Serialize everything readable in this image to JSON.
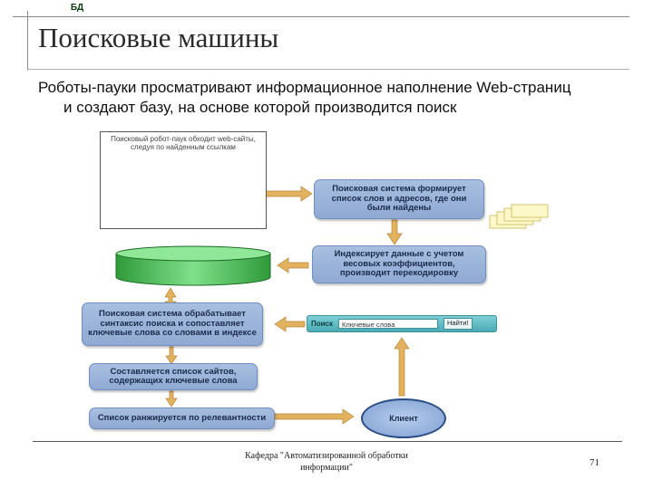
{
  "slide": {
    "title": "Поисковые машины",
    "subtitle_line1": "Роботы-пауки просматривают информационное наполнение Web-страниц",
    "subtitle_line2": "и создают базу, на основе которой производится поиск"
  },
  "diagram": {
    "crawler_caption": "Поисковый робот-паук обходит web-сайты, следуя по найденным ссылкам",
    "box_index_list": "Поисковая система формирует список слов и адресов, где они были найдены",
    "db_label": "БД",
    "box_indexing": "Индексирует данные с учетом весовых коэффициентов, производит перекодировку",
    "box_syntax": "Поисковая система обрабатывает синтаксис поиска и сопоставляет ключевые слова со словами в индексе",
    "box_site_list": "Составляется список сайтов, содержащих ключевые слова",
    "box_ranking": "Список ранжируется по релевантности",
    "searchbar_label": "Поиск",
    "searchbar_input": "Ключевые слова",
    "searchbar_button": "Найти!",
    "client_label": "Клиент"
  },
  "footer": {
    "line1": "Кафедра \"Автоматизированной обработки",
    "line2": "информации\"",
    "page_number": "71"
  },
  "colors": {
    "box_fill": "#9db6dc",
    "arrow": "#d9a24a",
    "db_fill": "#5fc46a",
    "searchbar": "#5fb9c1"
  }
}
